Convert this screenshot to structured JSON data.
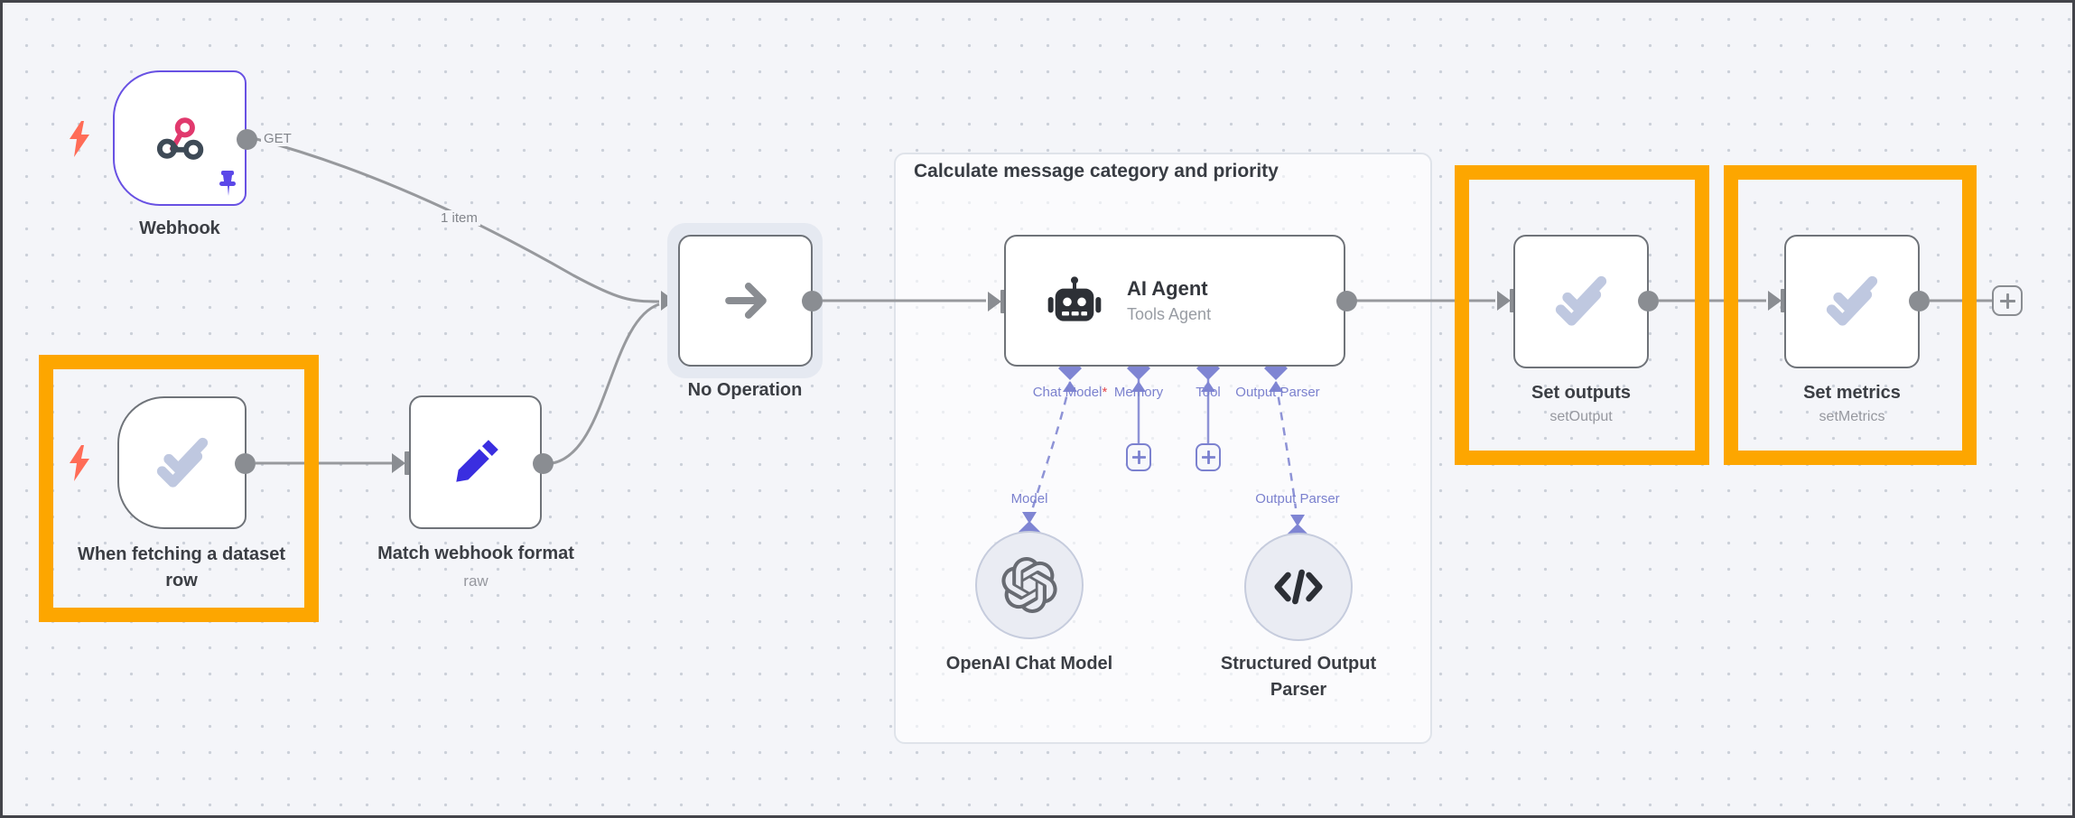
{
  "group_box": {
    "title": "Calculate message category and priority"
  },
  "nodes": {
    "webhook": {
      "label": "Webhook",
      "output_anchor_label": "GET"
    },
    "dataset_trigger": {
      "label": "When fetching a dataset row"
    },
    "match_webhook_format": {
      "label": "Match webhook format",
      "subtitle": "raw"
    },
    "no_operation": {
      "label": "No Operation"
    },
    "ai_agent": {
      "title": "AI Agent",
      "subtitle": "Tools Agent",
      "ports": [
        {
          "label": "Chat Model",
          "required_marker": "*"
        },
        {
          "label": "Memory"
        },
        {
          "label": "Tool"
        },
        {
          "label": "Output Parser"
        }
      ]
    },
    "openai_chat_model": {
      "label": "OpenAI Chat Model",
      "port_label": "Model"
    },
    "structured_output_parser": {
      "label": "Structured Output Parser",
      "port_label": "Output Parser"
    },
    "set_outputs": {
      "label": "Set outputs",
      "subtitle": "setOutput"
    },
    "set_metrics": {
      "label": "Set metrics",
      "subtitle": "setMetrics"
    }
  },
  "edges": {
    "webhook_to_noop_label": "1 item"
  },
  "colors": {
    "highlight_orange": "#FDA600",
    "pinned_purple": "#6851e3",
    "port_purple": "#7b81ce",
    "connector_gray": "#97999d"
  }
}
